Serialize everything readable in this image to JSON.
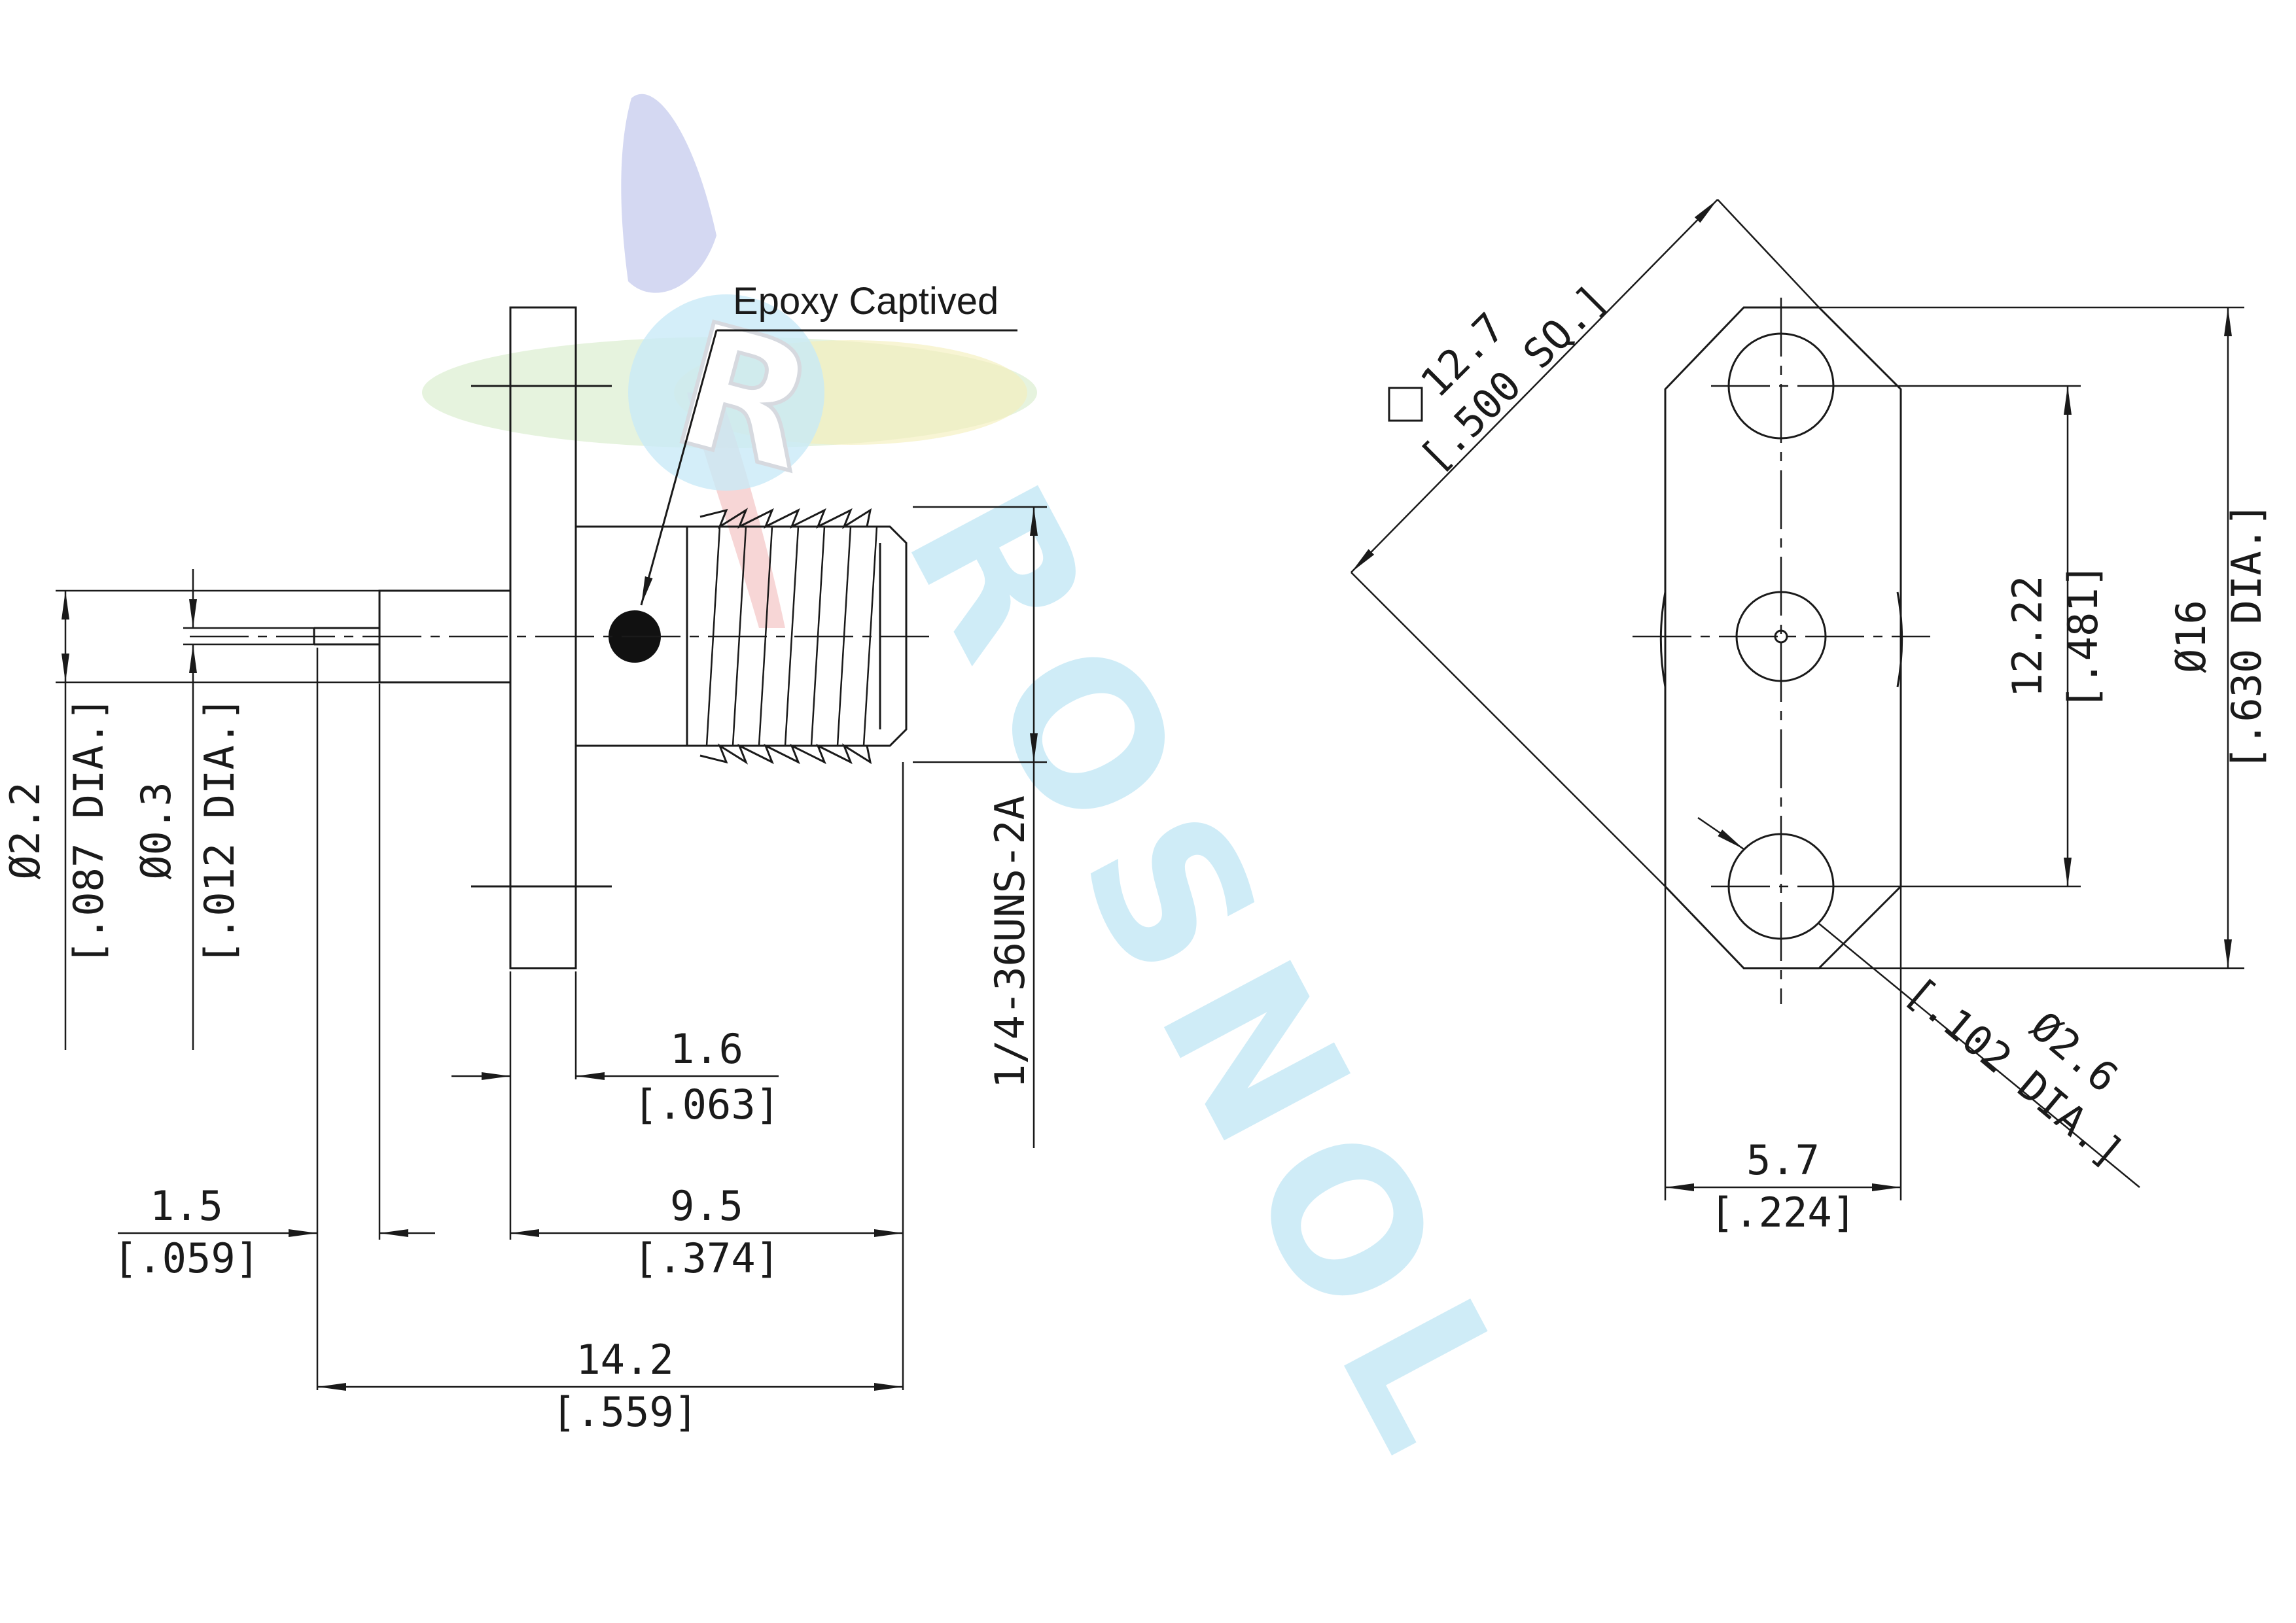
{
  "callout": {
    "text": "Epoxy Captived"
  },
  "watermark": {
    "text": "ROSNOL",
    "logo_letter": "R"
  },
  "side_view": {
    "pin_dia": {
      "mm": "Ø2.2",
      "inch": "[.087 DIA.]"
    },
    "contact_dia": {
      "mm": "Ø0.3",
      "inch": "[.012 DIA.]"
    },
    "thread": {
      "label": "1/4-36UNS-2A"
    },
    "flange_thickness": {
      "mm": "1.6",
      "inch": "[.063]"
    },
    "pin_length": {
      "mm": "1.5",
      "inch": "[.059]"
    },
    "body_length": {
      "mm": "9.5",
      "inch": "[.374]"
    },
    "overall_length": {
      "mm": "14.2",
      "inch": "[.559]"
    }
  },
  "front_view": {
    "square": {
      "mm": "12.7",
      "inch": "[.500 SQ.]"
    },
    "hole_spacing": {
      "mm": "12.22",
      "inch": "[.481]"
    },
    "outer_dia": {
      "mm": "Ø16",
      "inch": "[.630 DIA.]"
    },
    "hole_dia": {
      "mm": "Ø2.6",
      "inch": "[.102 DIA.]"
    },
    "flange_width": {
      "mm": "5.7",
      "inch": "[.224]"
    }
  },
  "colors": {
    "line": "#1a1a1a",
    "watermark_cyan": "#bfe6f5",
    "watermark_blue": "#b7bde8",
    "watermark_green": "#c8e6b8",
    "watermark_yellow": "#f3ecb0",
    "watermark_red": "#f2c2c2"
  }
}
